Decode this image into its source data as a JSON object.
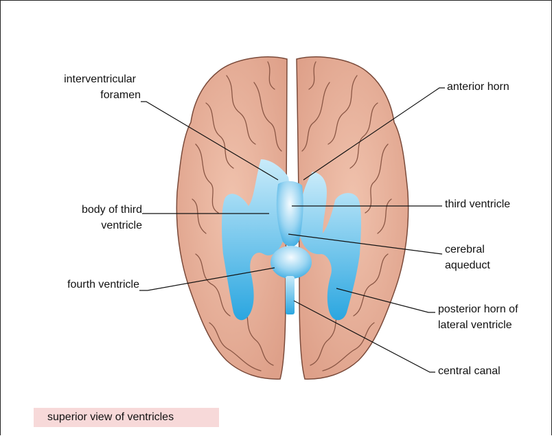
{
  "labels": {
    "interventricular": "interventricular",
    "foramen": "foramen",
    "anterior_horn": "anterior horn",
    "body_third_1": "body of third",
    "body_third_2": "ventricle",
    "third_ventricle": "third ventricle",
    "cerebral": "cerebral",
    "aqueduct": "aqueduct",
    "fourth_ventricle": "fourth ventricle",
    "posterior_horn_1": "posterior horn of",
    "posterior_horn_2": "lateral ventricle",
    "central_canal": "central canal"
  },
  "caption": "superior  view of ventricles",
  "colors": {
    "brain_fill": "#e8b09a",
    "brain_stroke": "#7a4a3a",
    "ventricle_light": "#e6f6fd",
    "ventricle_dark": "#27a3df",
    "caption_bg": "#f7d9d9"
  }
}
